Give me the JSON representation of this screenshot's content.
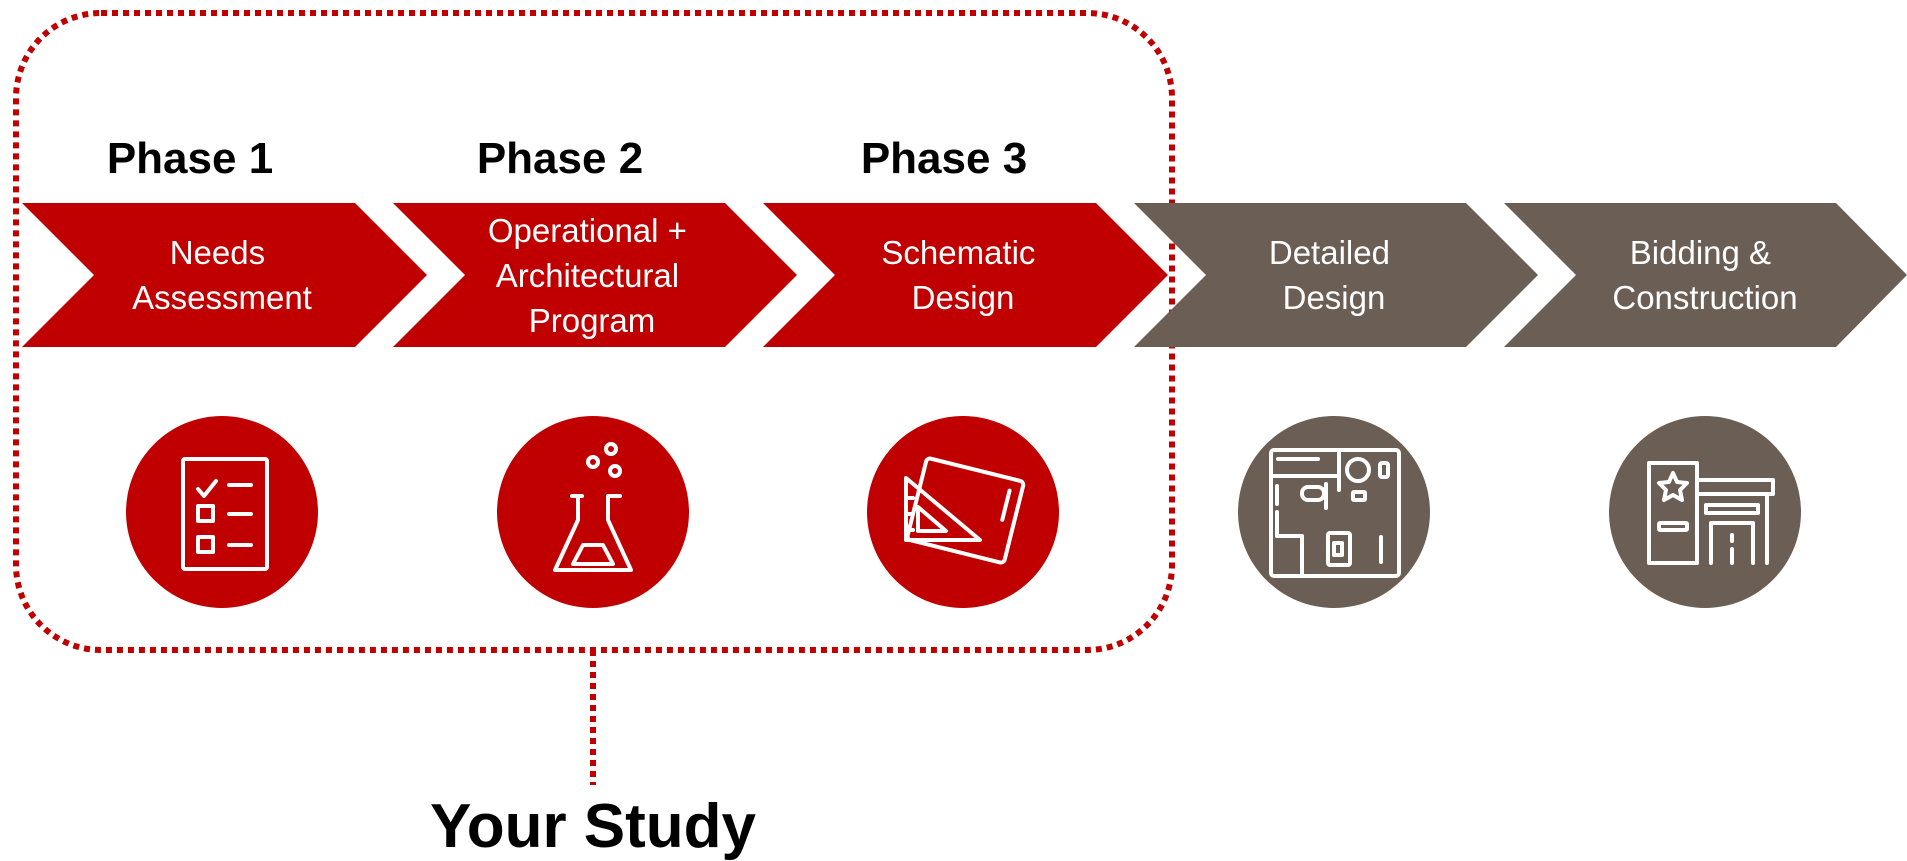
{
  "colors": {
    "active": "#c00000",
    "inactive": "#6b5e54",
    "text_light": "#ffffff",
    "text_dark": "#000000"
  },
  "phases": [
    {
      "label": "Phase 1"
    },
    {
      "label": "Phase 2"
    },
    {
      "label": "Phase 3"
    }
  ],
  "steps": [
    {
      "lines": [
        "Needs",
        "Assessment"
      ],
      "active": true,
      "icon": "checklist-icon"
    },
    {
      "lines": [
        "Operational +",
        "Architectural",
        "Program"
      ],
      "active": true,
      "icon": "flask-icon"
    },
    {
      "lines": [
        "Schematic",
        "Design"
      ],
      "active": true,
      "icon": "drafting-tools-icon"
    },
    {
      "lines": [
        "Detailed",
        "Design"
      ],
      "active": false,
      "icon": "floor-plan-icon"
    },
    {
      "lines": [
        "Bidding &",
        "Construction"
      ],
      "active": false,
      "icon": "building-icon"
    }
  ],
  "study_label": "Your Study"
}
